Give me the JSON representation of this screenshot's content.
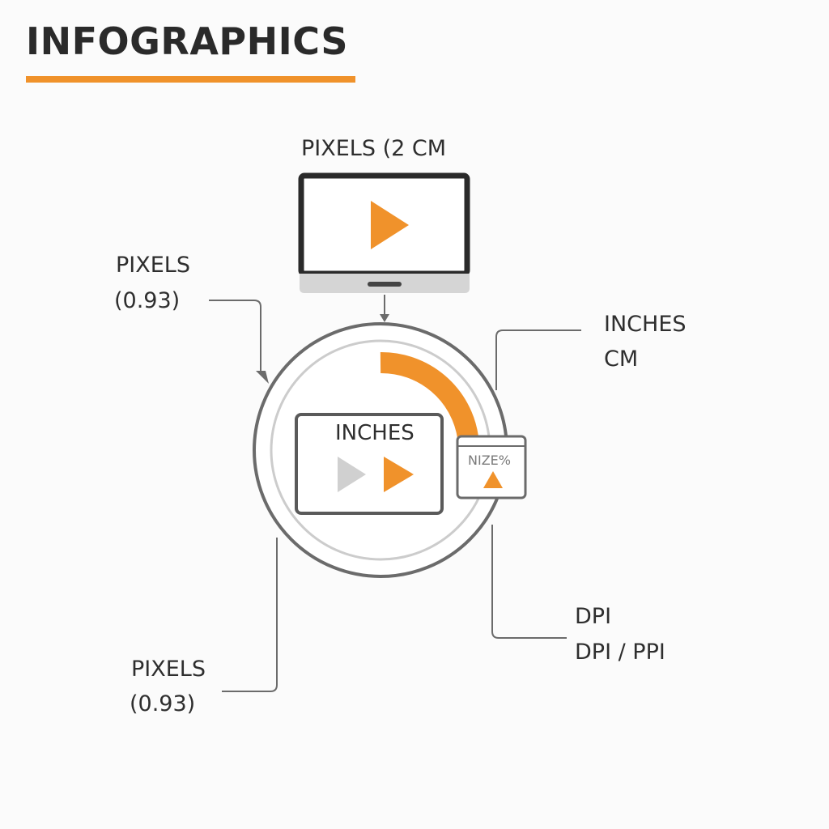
{
  "title": "INFOGRAPHICS",
  "colors": {
    "accent": "#f0922b",
    "stroke": "#6b6b6b",
    "dark": "#2a2a2a",
    "muted": "#cfcfcf"
  },
  "labels": {
    "top": "PIXELS (2 CM",
    "upper_left_1": "PIXELS",
    "upper_left_2": "(0.93)",
    "right_1": "INCHES",
    "right_2": "CM",
    "bottom_right_1": "DPI",
    "bottom_right_2": "DPI / PPI",
    "lower_left_1": "PIXELS",
    "lower_left_2": "(0.93)",
    "inner_screen": "INCHES",
    "badge": "NIZE%"
  }
}
